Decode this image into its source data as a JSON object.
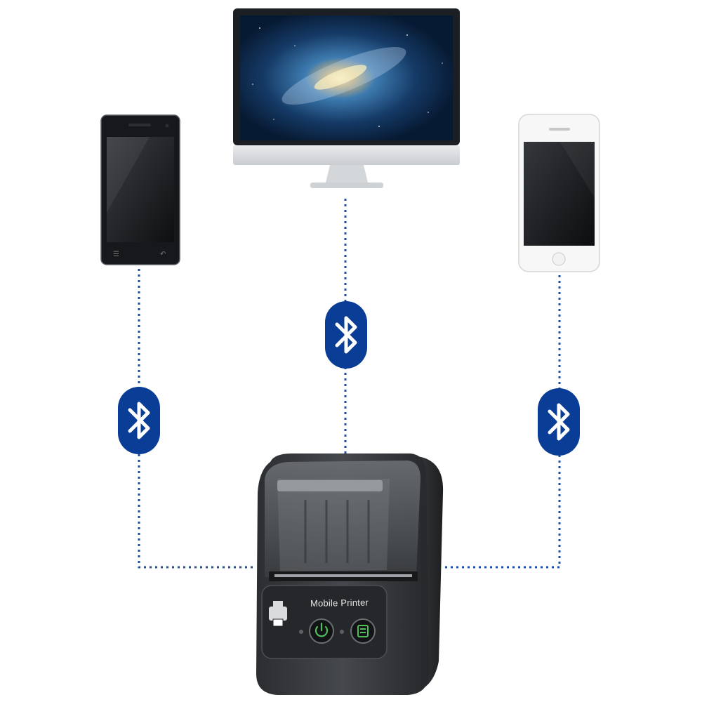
{
  "printer": {
    "label": "Mobile Printer"
  },
  "connection": {
    "type": "Bluetooth",
    "links": [
      {
        "from": "android-phone",
        "to": "mobile-printer"
      },
      {
        "from": "desktop-monitor",
        "to": "mobile-printer"
      },
      {
        "from": "white-smartphone",
        "to": "mobile-printer"
      }
    ]
  },
  "colors": {
    "bluetooth": "#0a3d96",
    "link_line": "#1d4fa0",
    "printer_body": "#3a3d40"
  },
  "icons": [
    "bluetooth-icon",
    "print-icon",
    "power-icon",
    "feed-icon"
  ]
}
